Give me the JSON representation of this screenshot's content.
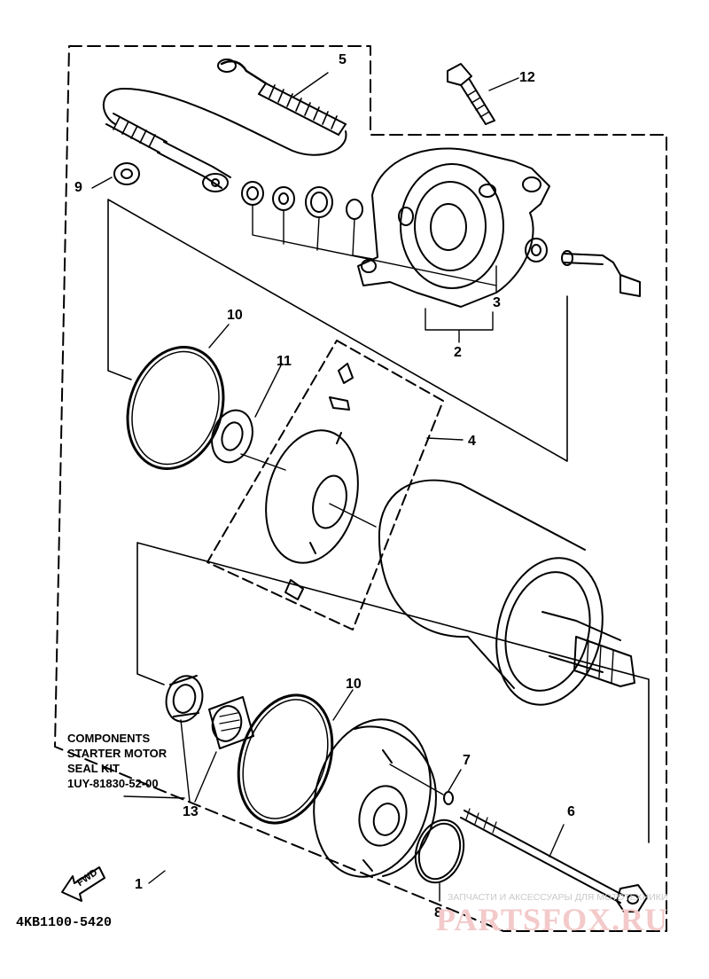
{
  "callouts": [
    {
      "id": "c1",
      "text": "1"
    },
    {
      "id": "c2",
      "text": "2"
    },
    {
      "id": "c3",
      "text": "3"
    },
    {
      "id": "c4",
      "text": "4"
    },
    {
      "id": "c5",
      "text": "5"
    },
    {
      "id": "c6",
      "text": "6"
    },
    {
      "id": "c7",
      "text": "7"
    },
    {
      "id": "c8",
      "text": "8"
    },
    {
      "id": "c9",
      "text": "9"
    },
    {
      "id": "c10a",
      "text": "10"
    },
    {
      "id": "c10b",
      "text": "10"
    },
    {
      "id": "c11",
      "text": "11"
    },
    {
      "id": "c12",
      "text": "12"
    },
    {
      "id": "c13",
      "text": "13"
    }
  ],
  "note": {
    "line1": "COMPONENTS",
    "line2": "STARTER MOTOR",
    "line3": "SEAL KIT",
    "line4": "1UY-81830-52-00"
  },
  "fwd_label": "FWD",
  "diagram_code": "4KB1100-5420",
  "watermark": {
    "line1": "ЗАПЧАСТИ И АКСЕССУАРЫ ДЛЯ МОТОТЕХНИКИ",
    "line2": "PARTSFOX.RU"
  },
  "colors": {
    "ink": "#000000",
    "watermark": "#f3c9c9"
  }
}
